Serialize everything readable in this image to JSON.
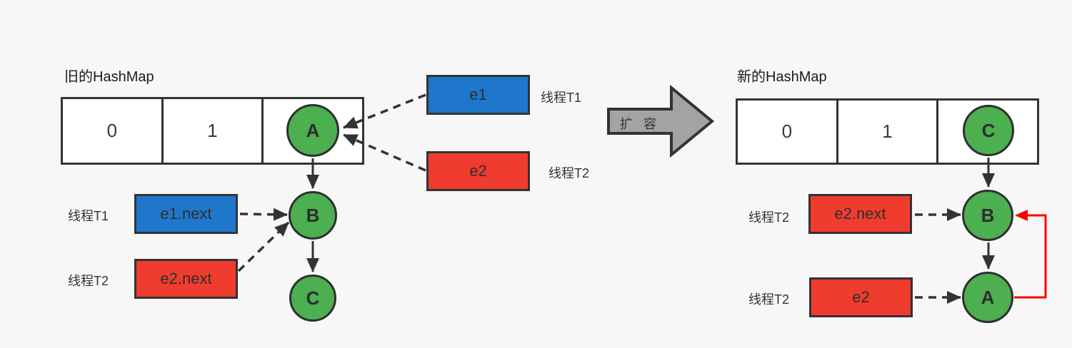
{
  "colors": {
    "background": "#f7f7f7",
    "node_green": "#4caf50",
    "box_blue": "#1f77cb",
    "box_red": "#f03c2e",
    "stroke_dark": "#333333",
    "loop_red": "#ff0000",
    "resize_arrow_gray": "#a3a3a3"
  },
  "old": {
    "title": "旧的HashMap",
    "cells": [
      "0",
      "1"
    ],
    "nodes": {
      "a": "A",
      "b": "B",
      "c": "C"
    },
    "e1": {
      "label": "e1",
      "thread": "线程T1"
    },
    "e2": {
      "label": "e2",
      "thread": "线程T2"
    },
    "e1next": {
      "label": "e1.next",
      "thread": "线程T1"
    },
    "e2next": {
      "label": "e2.next",
      "thread": "线程T2"
    }
  },
  "transition": {
    "label": "扩 容"
  },
  "new": {
    "title": "新的HashMap",
    "cells": [
      "0",
      "1"
    ],
    "nodes": {
      "c": "C",
      "b": "B",
      "a": "A"
    },
    "e2next": {
      "label": "e2.next",
      "thread": "线程T2"
    },
    "e2": {
      "label": "e2",
      "thread": "线程T2"
    }
  }
}
